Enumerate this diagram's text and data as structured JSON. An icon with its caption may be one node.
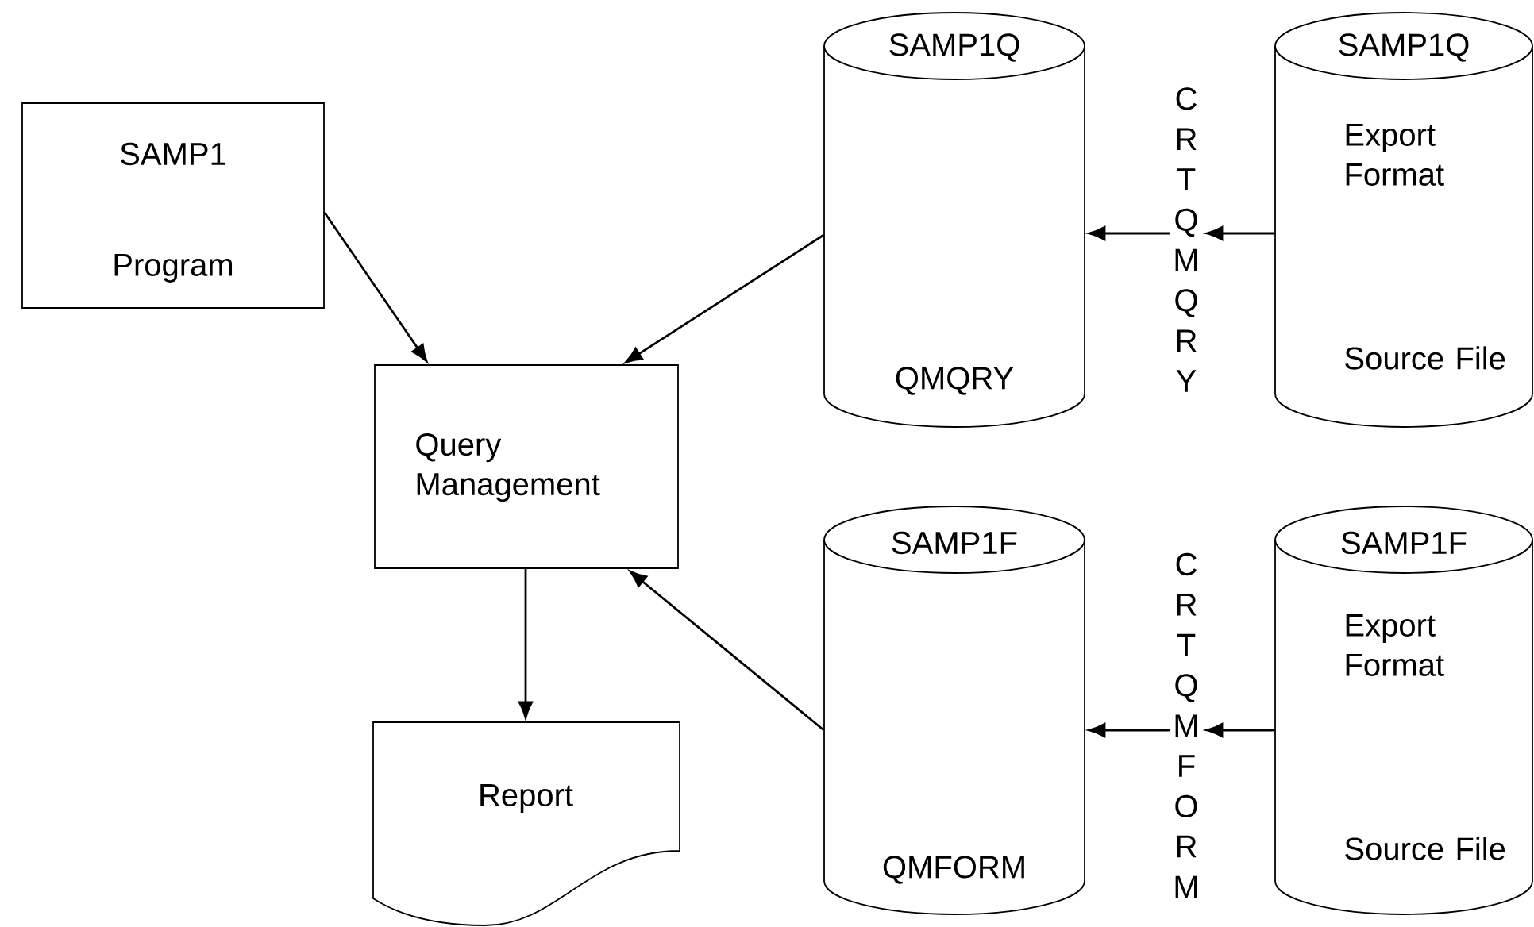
{
  "diagram": {
    "nodes": [
      {
        "text": [
          "SAMP1",
          "Program"
        ]
      },
      {
        "text": [
          "SAMP1Q",
          "QMQRY"
        ]
      },
      {
        "text": [
          "CRTQMQRY"
        ]
      },
      {
        "text": [
          "SAMP1Q",
          "Export Format",
          "Source File"
        ]
      },
      {
        "text": [
          "Query Management"
        ]
      },
      {
        "text": [
          "SAMP1F",
          "QMFORM"
        ]
      },
      {
        "text": [
          "CRTQMFORM"
        ]
      },
      {
        "text": [
          "SAMP1F",
          "Export Format",
          "Source File"
        ]
      },
      {
        "text": [
          "Report"
        ]
      }
    ],
    "edges": [
      {
        "from": 0,
        "to": 4,
        "arrow": "to"
      },
      {
        "from": 1,
        "to": 4,
        "arrow": "to"
      },
      {
        "from": 3,
        "to": 2,
        "arrow": "to"
      },
      {
        "from": 2,
        "to": 1,
        "arrow": "to"
      },
      {
        "from": 4,
        "to": 8,
        "arrow": "to"
      },
      {
        "from": 5,
        "to": 4,
        "arrow": "to"
      },
      {
        "from": 7,
        "to": 6,
        "arrow": "to"
      },
      {
        "from": 6,
        "to": 5,
        "arrow": "to"
      }
    ]
  }
}
